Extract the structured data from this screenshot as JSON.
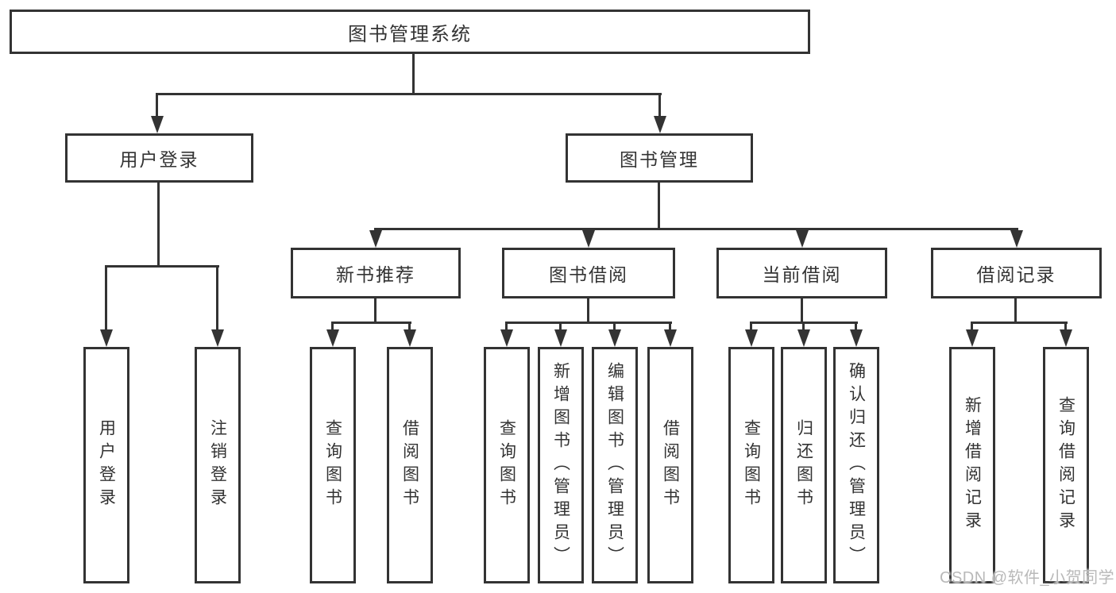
{
  "diagram": {
    "tree": {
      "label": "图书管理系统",
      "children": [
        {
          "label": "用户登录",
          "children": [
            {
              "label": "用户登录"
            },
            {
              "label": "注销登录"
            }
          ]
        },
        {
          "label": "图书管理",
          "children": [
            {
              "label": "新书推荐",
              "children": [
                {
                  "label": "查询图书"
                },
                {
                  "label": "借阅图书"
                }
              ]
            },
            {
              "label": "图书借阅",
              "children": [
                {
                  "label": "查询图书"
                },
                {
                  "label": "新增图书（管理员）"
                },
                {
                  "label": "编辑图书（管理员）"
                },
                {
                  "label": "借阅图书"
                }
              ]
            },
            {
              "label": "当前借阅",
              "children": [
                {
                  "label": "查询图书"
                },
                {
                  "label": "归还图书"
                },
                {
                  "label": "确认归还（管理员）"
                }
              ]
            },
            {
              "label": "借阅记录",
              "children": [
                {
                  "label": "新增借阅记录"
                },
                {
                  "label": "查询借阅记录"
                }
              ]
            }
          ]
        }
      ]
    },
    "watermark": "CSDN @软件_小贺同学",
    "colors": {
      "line": "#333333",
      "text": "#333333",
      "background": "#ffffff",
      "watermark": "#b9b9b9"
    }
  }
}
